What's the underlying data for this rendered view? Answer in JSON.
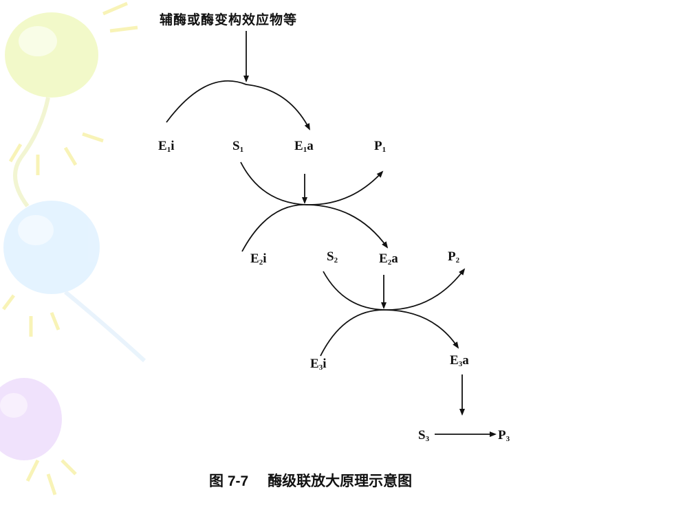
{
  "diagram": {
    "top_label": "辅酶或酶变构效应物等",
    "caption": {
      "figure_no": "图 7-7",
      "title": "酶级联放大原理示意图"
    },
    "nodes": {
      "e1i": {
        "base": "E",
        "sub": "1",
        "tail": "i"
      },
      "s1": {
        "base": "S",
        "sub": "1",
        "tail": ""
      },
      "e1a": {
        "base": "E",
        "sub": "1",
        "tail": "a"
      },
      "p1": {
        "base": "P",
        "sub": "1",
        "tail": ""
      },
      "e2i": {
        "base": "E",
        "sub": "2",
        "tail": "i"
      },
      "s2": {
        "base": "S",
        "sub": "2",
        "tail": ""
      },
      "e2a": {
        "base": "E",
        "sub": "2",
        "tail": "a"
      },
      "p2": {
        "base": "P",
        "sub": "2",
        "tail": ""
      },
      "e3i": {
        "base": "E",
        "sub": "3",
        "tail": "i"
      },
      "e3a": {
        "base": "E",
        "sub": "3",
        "tail": "a"
      },
      "s3": {
        "base": "S",
        "sub": "3",
        "tail": ""
      },
      "p3": {
        "base": "P",
        "sub": "3",
        "tail": ""
      }
    }
  }
}
